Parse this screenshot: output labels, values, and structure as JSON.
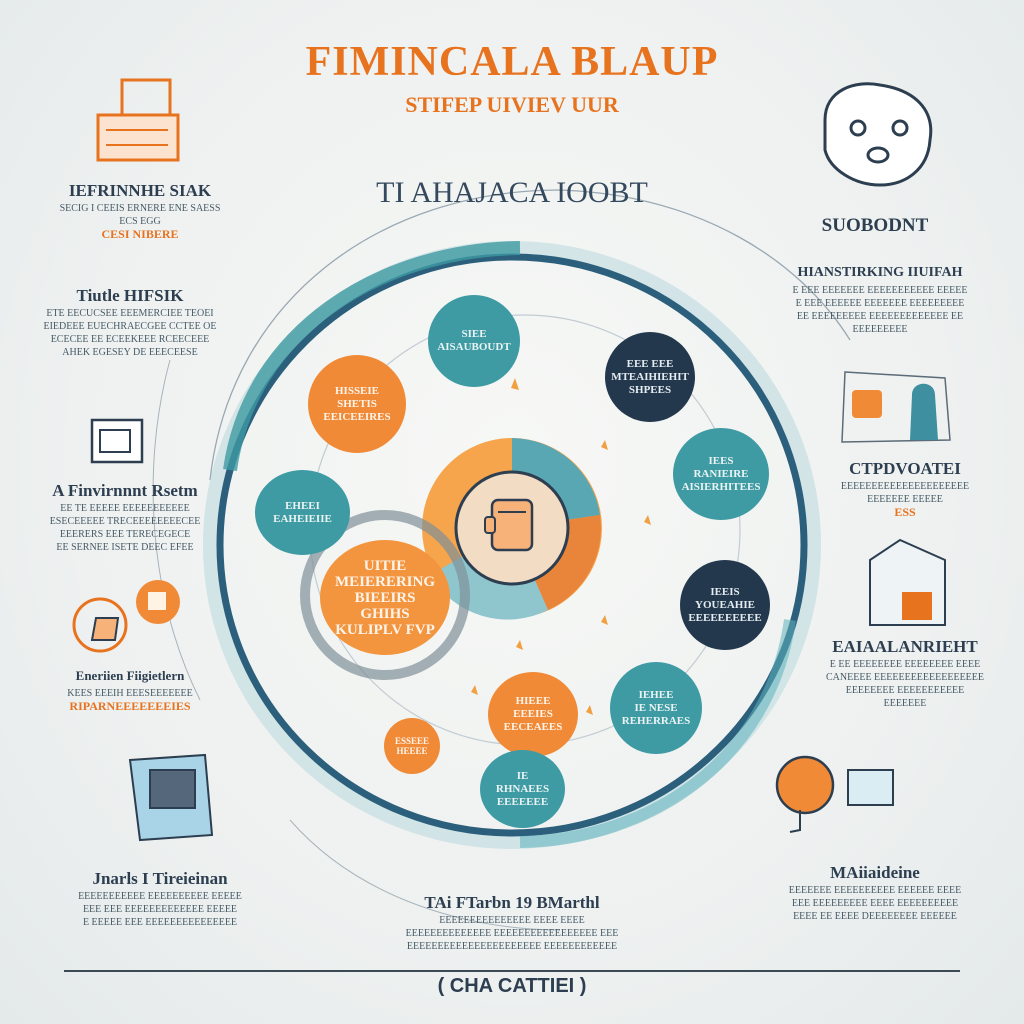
{
  "header": {
    "title": "FIMINCALA BLAUP",
    "subtitle": "STIFEP UIVIEV UUR"
  },
  "hub": {
    "title": "TI AHAJACA IOOBT"
  },
  "left_panels": [
    {
      "heading": "IEFRINNHE SIAK",
      "lines": [
        "SECIG I CEEIS ERNERE ENE SAESS",
        "ECS EGG"
      ],
      "accent": "CESI NIBERE"
    },
    {
      "heading": "Tiutle HIFSIK",
      "lines": [
        "ETE EECUCSEE EEEMERCIEE TEOEI",
        "EIEDEEE EUECHRAECGEE CCTEE OE",
        "ECECEE EE ECEEKEEE RCEECEEE",
        "AHEK EGESEY DE EEECEESE"
      ],
      "accent": ""
    },
    {
      "heading": "A Finvirnnnt Rsetm",
      "lines": [
        "EE TE EEEEE EEEEEEEEEEE",
        "ESECEEEEE TRECEEEEEEEECEE",
        "EEERERS EEE TERECEGECE",
        "EE SERNEE ISETE DEEC EFEE"
      ],
      "accent": ""
    },
    {
      "heading": "Eneriien Fiigietlern",
      "lines": [
        "KEES EEEIH EEESEEEEEEE"
      ],
      "accent": "RIPARNEEEEEEEIES"
    },
    {
      "heading": "Jnarls I Tireieinan",
      "lines": [
        "EEEEEEEEEEE EEEEEEEEEE EEEEE",
        "EEE EEE EEEEEEEEEEEEE EEEEE",
        "E EEEEE EEE EEEEEEEEEEEEEEE"
      ],
      "accent": ""
    }
  ],
  "right_panels": [
    {
      "heading": "SUOBODNT",
      "lines": [],
      "accent": ""
    },
    {
      "heading": "HIANSTIRKING IIUIFAH",
      "lines": [
        "E EEE EEEEEEE EEEEEEEEEEE EEEEE",
        "E EEE EEEEEE EEEEEEE EEEEEEEEE",
        "EE EEEEEEEEE EEEEEEEEEEEEE EE",
        "EEEEEEEEE"
      ],
      "accent": ""
    },
    {
      "heading": "CTPDVOATEI",
      "lines": [
        "EEEEEEEEEEEEEEEEEEEEE",
        "EEEEEEE EEEEE"
      ],
      "accent": "ESS"
    },
    {
      "heading": "EAIAALANRIEHT",
      "lines": [
        "E EE EEEEEEEE EEEEEEEE EEEE",
        "CANEEEE EEEEEEEEEEEEEEEEEE",
        "EEEEEEEE EEEEEEEEEEE",
        "EEEEEEE"
      ],
      "accent": ""
    },
    {
      "heading": "MAiiaideine",
      "lines": [
        "EEEEEEE EEEEEEEEEE EEEEEE EEEE",
        "EEE EEEEEEEEE EEEE EEEEEEEEEE",
        "EEEE EE EEEE DEEEEEEEE EEEEEE"
      ],
      "accent": ""
    }
  ],
  "bottom_center": {
    "heading": "TAi FTarbn 19 BMarthl",
    "lines": [
      "EEEEEEEEEEEEEEE EEEE EEEE",
      "EEEEEEEEEEEEEE EEEEEEEEEEEEEEEEE EEE",
      "EEEEEEEEEEEEEEEEEEEEEE EEEEEEEEEEEE"
    ]
  },
  "nodes": [
    {
      "lines": [
        "SIEE",
        "AISAUBOUDT"
      ],
      "color": "teal"
    },
    {
      "lines": [
        "HISSEIE",
        "SHETIS",
        "EEICEEIRES"
      ],
      "color": "orange"
    },
    {
      "lines": [
        "EEE EEE",
        "MTEAIHIEHIT",
        "SHPEES"
      ],
      "color": "navy"
    },
    {
      "lines": [
        "IEES",
        "RANIEIRE",
        "AISIERHITEES"
      ],
      "color": "teal"
    },
    {
      "lines": [
        "EHEEI",
        "EAHEIEIIE"
      ],
      "color": "teal"
    },
    {
      "lines": [
        "IEEIS",
        "YOUEAHIE",
        "EEEEEEEEEE"
      ],
      "color": "navy"
    },
    {
      "lines": [
        "HIEEE",
        "EEEIES",
        "EECEAEES"
      ],
      "color": "orange"
    },
    {
      "lines": [
        "IEHEE",
        "IE NESE",
        "REHERRAES"
      ],
      "color": "teal"
    },
    {
      "lines": [
        "ESSEEE",
        "HEEEE"
      ],
      "color": "orange"
    },
    {
      "lines": [
        "IE",
        "RHNAEES",
        "EEEEEEE"
      ],
      "color": "teal"
    }
  ],
  "feature_node": {
    "lines": [
      "UITIE",
      "MEIERERING",
      "BIEEIRS",
      "GHIHS",
      "KULIPLV FVP"
    ]
  },
  "footer": {
    "label": "CHA CATTIEI"
  },
  "colors": {
    "accent_orange": "#e8731f",
    "teal": "#3e9aa3",
    "navy": "#23384d",
    "ring": "#2b5f7c"
  }
}
